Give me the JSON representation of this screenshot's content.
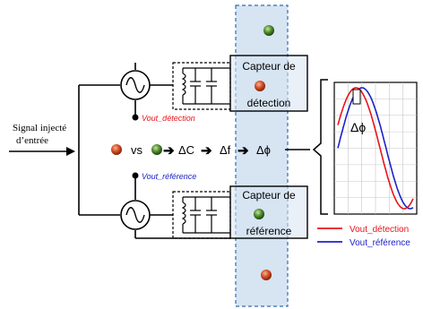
{
  "input_signal": {
    "line1": "Signal injecté",
    "line2": "d’entrée"
  },
  "sensor_detection": {
    "line1": "Capteur de",
    "line2": "détection"
  },
  "sensor_reference": {
    "line1": "Capteur de",
    "line2": "référence"
  },
  "node_labels": {
    "detection": "Vout_détection",
    "reference": "Vout_référence"
  },
  "chain": {
    "vs": "vs",
    "delta_c": "ΔC",
    "delta_f": "Δf",
    "delta_phi": "Δϕ"
  },
  "plot": {
    "phase_label": "Δϕ"
  },
  "legend": [
    {
      "label": "Vout_détection",
      "color": "#e8141b"
    },
    {
      "label": "Vout_référence",
      "color": "#1b22c8"
    }
  ],
  "colors": {
    "zone_fill": "#d7e4f2",
    "zone_border": "#2f6db3",
    "detection_color": "#e8141b",
    "reference_color": "#1b22c8",
    "particle_orange": "#d24a22",
    "particle_green": "#4c8a2a"
  }
}
